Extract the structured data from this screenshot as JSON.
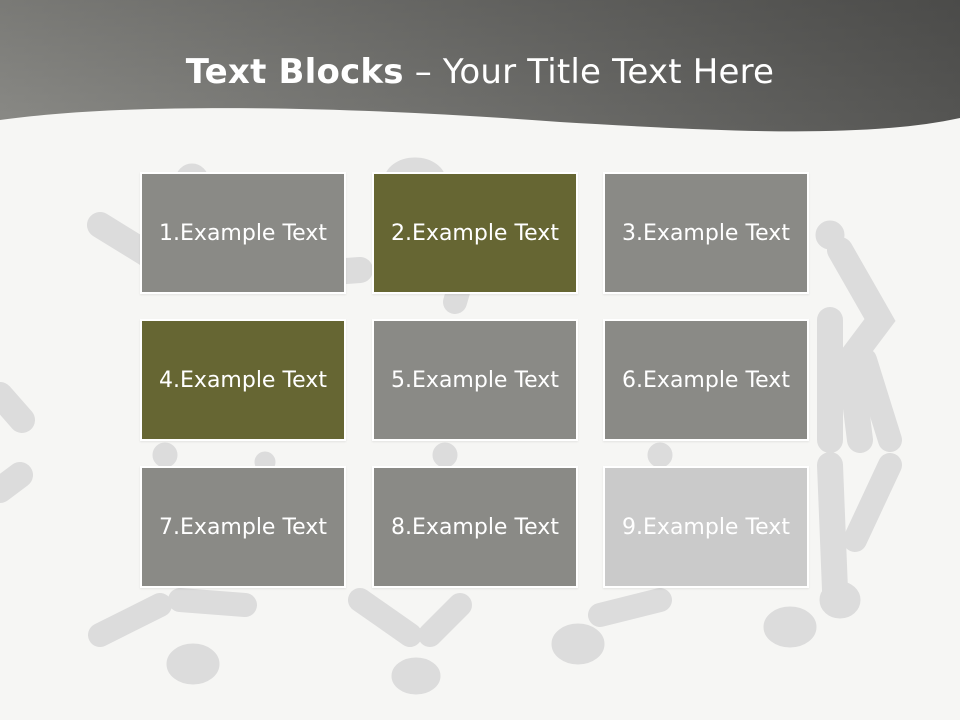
{
  "slide": {
    "title_bold": "Text Blocks",
    "title_dash": " – ",
    "title_rest": "Your Title Text Here"
  },
  "colors": {
    "header_dark": "#4f4f4d",
    "header_light": "#8a8a86",
    "background": "#f6f6f4",
    "block_gray": "#8a8a86",
    "block_olive": "#666633",
    "block_light": "#cacaca",
    "figure_gray": "#dcdcdc"
  },
  "blocks": [
    {
      "label": "1.Example Text",
      "color": "#8a8a86"
    },
    {
      "label": "2.Example Text",
      "color": "#666633"
    },
    {
      "label": "3.Example Text",
      "color": "#8a8a86"
    },
    {
      "label": "4.Example Text",
      "color": "#666633"
    },
    {
      "label": "5.Example Text",
      "color": "#8a8a86"
    },
    {
      "label": "6.Example Text",
      "color": "#8a8a86"
    },
    {
      "label": "7.Example Text",
      "color": "#8a8a86"
    },
    {
      "label": "8.Example Text",
      "color": "#8a8a86"
    },
    {
      "label": "9.Example Text",
      "color": "#cacaca"
    }
  ]
}
